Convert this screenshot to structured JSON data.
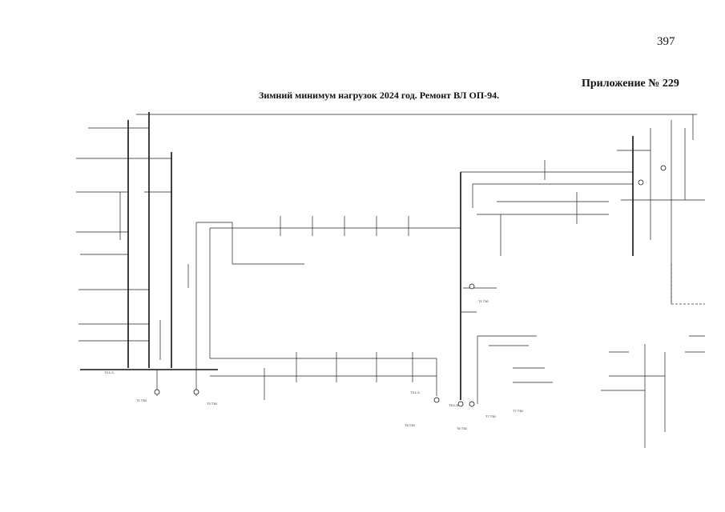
{
  "header": {
    "page_number": "397",
    "appendix": "Приложение № 229",
    "title": "Зимний минимум нагрузок 2024 год. Ремонт ВЛ ОП-94."
  },
  "diagram": {
    "node_labels": [
      "Т3.1-3",
      "Т1 Т30",
      "Т3 Т30",
      "Т5 Т30",
      "Т6 Т30",
      "Т7 Т30",
      "Т1 Т30",
      "Т3.1-3",
      "Т5.1-3",
      "Т7 Т30"
    ],
    "colors": {
      "ink": "#111111",
      "paper": "#ffffff"
    }
  }
}
